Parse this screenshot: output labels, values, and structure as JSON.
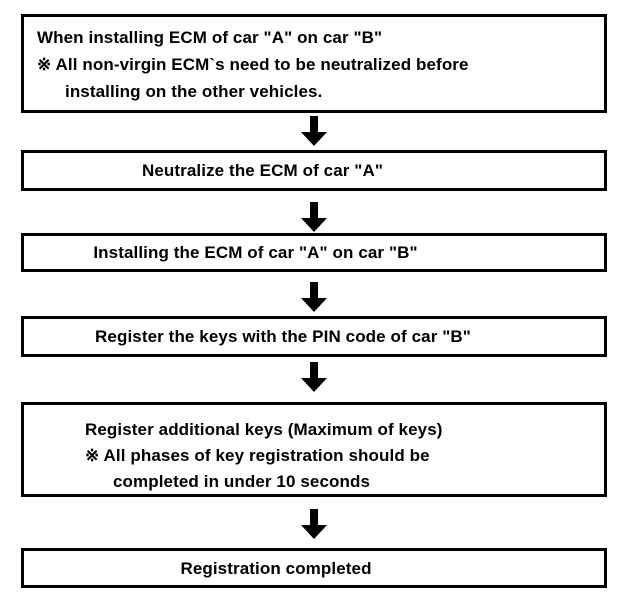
{
  "colors": {
    "ink": "#000000",
    "paper": "#ffffff"
  },
  "icons": {
    "connector": "down-arrow"
  },
  "flowchart": {
    "steps": [
      {
        "lines": [
          "When installing ECM of car \"A\" on car \"B\"",
          "※ All non-virgin ECM`s need to be neutralized before",
          "installing on the other vehicles."
        ]
      },
      {
        "lines": [
          "Neutralize the ECM of car \"A\""
        ]
      },
      {
        "lines": [
          "Installing the ECM of car \"A\" on car \"B\""
        ]
      },
      {
        "lines": [
          "Register the keys with the PIN code of car \"B\""
        ]
      },
      {
        "lines": [
          "Register additional keys (Maximum of keys)",
          "※ All phases of key registration should be",
          "completed in under 10 seconds"
        ]
      },
      {
        "lines": [
          "Registration completed"
        ]
      }
    ]
  }
}
